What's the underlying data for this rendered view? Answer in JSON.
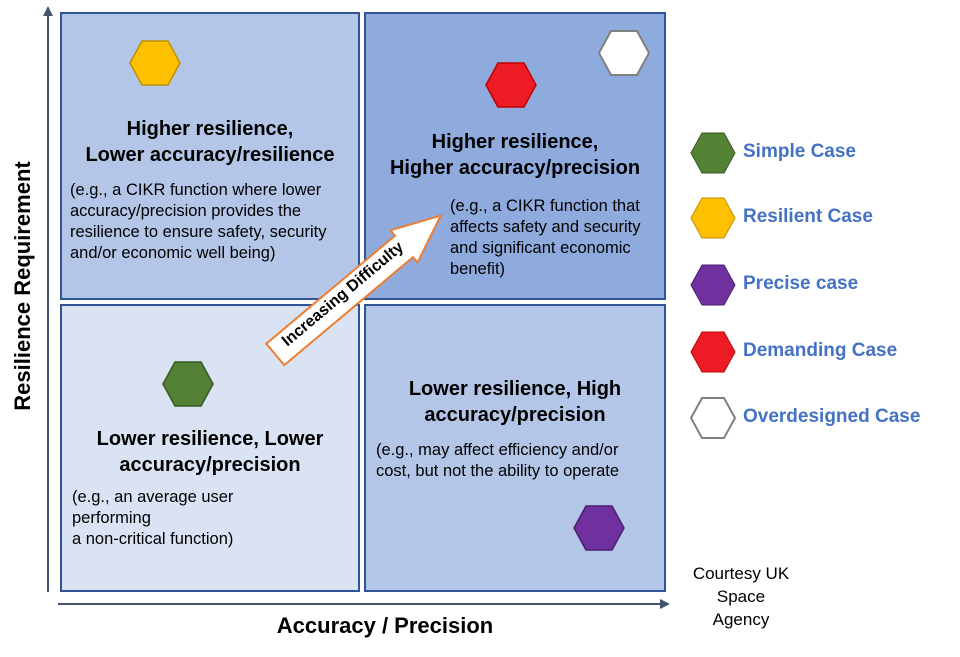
{
  "axes": {
    "y_label": "Resilience Requirement",
    "x_label": "Accuracy / Precision"
  },
  "quadrants": {
    "top_left": {
      "title_1": "Higher resilience,",
      "title_2": "Lower accuracy/resilience",
      "desc": "(e.g., a CIKR function where lower accuracy/precision provides the resilience to ensure safety, security and/or economic well being)",
      "fill": "#b4c6e7"
    },
    "top_right": {
      "title_1": "Higher resilience,",
      "title_2": "Higher accuracy/precision",
      "desc": "(e.g., a CIKR function that affects safety and security and significant economic benefit)",
      "fill": "#8faadc"
    },
    "bottom_left": {
      "title_1": "Lower resilience, Lower",
      "title_2": "accuracy/precision",
      "desc_1": "(e.g., an average user",
      "desc_2": "performing",
      "desc_3": "a non-critical function)",
      "fill": "#dae3f3"
    },
    "bottom_right": {
      "title_1": "Lower resilience, High",
      "title_2": "accuracy/precision",
      "desc": "(e.g., may affect efficiency and/or cost, but not the  ability to operate",
      "fill": "#b4c6e7"
    }
  },
  "arrow_label": "Increasing Difficulty",
  "legend": [
    {
      "label": "Simple Case",
      "color": "#548235"
    },
    {
      "label": "Resilient Case",
      "color": "#ffc000"
    },
    {
      "label": "Precise case",
      "color": "#7030a0"
    },
    {
      "label": "Demanding Case",
      "color": "#ee1c25"
    },
    {
      "label": "Overdesigned Case",
      "color": "#ffffff"
    }
  ],
  "credit": {
    "line_1": "Courtesy UK",
    "line_2": "Space",
    "line_3": "Agency"
  }
}
